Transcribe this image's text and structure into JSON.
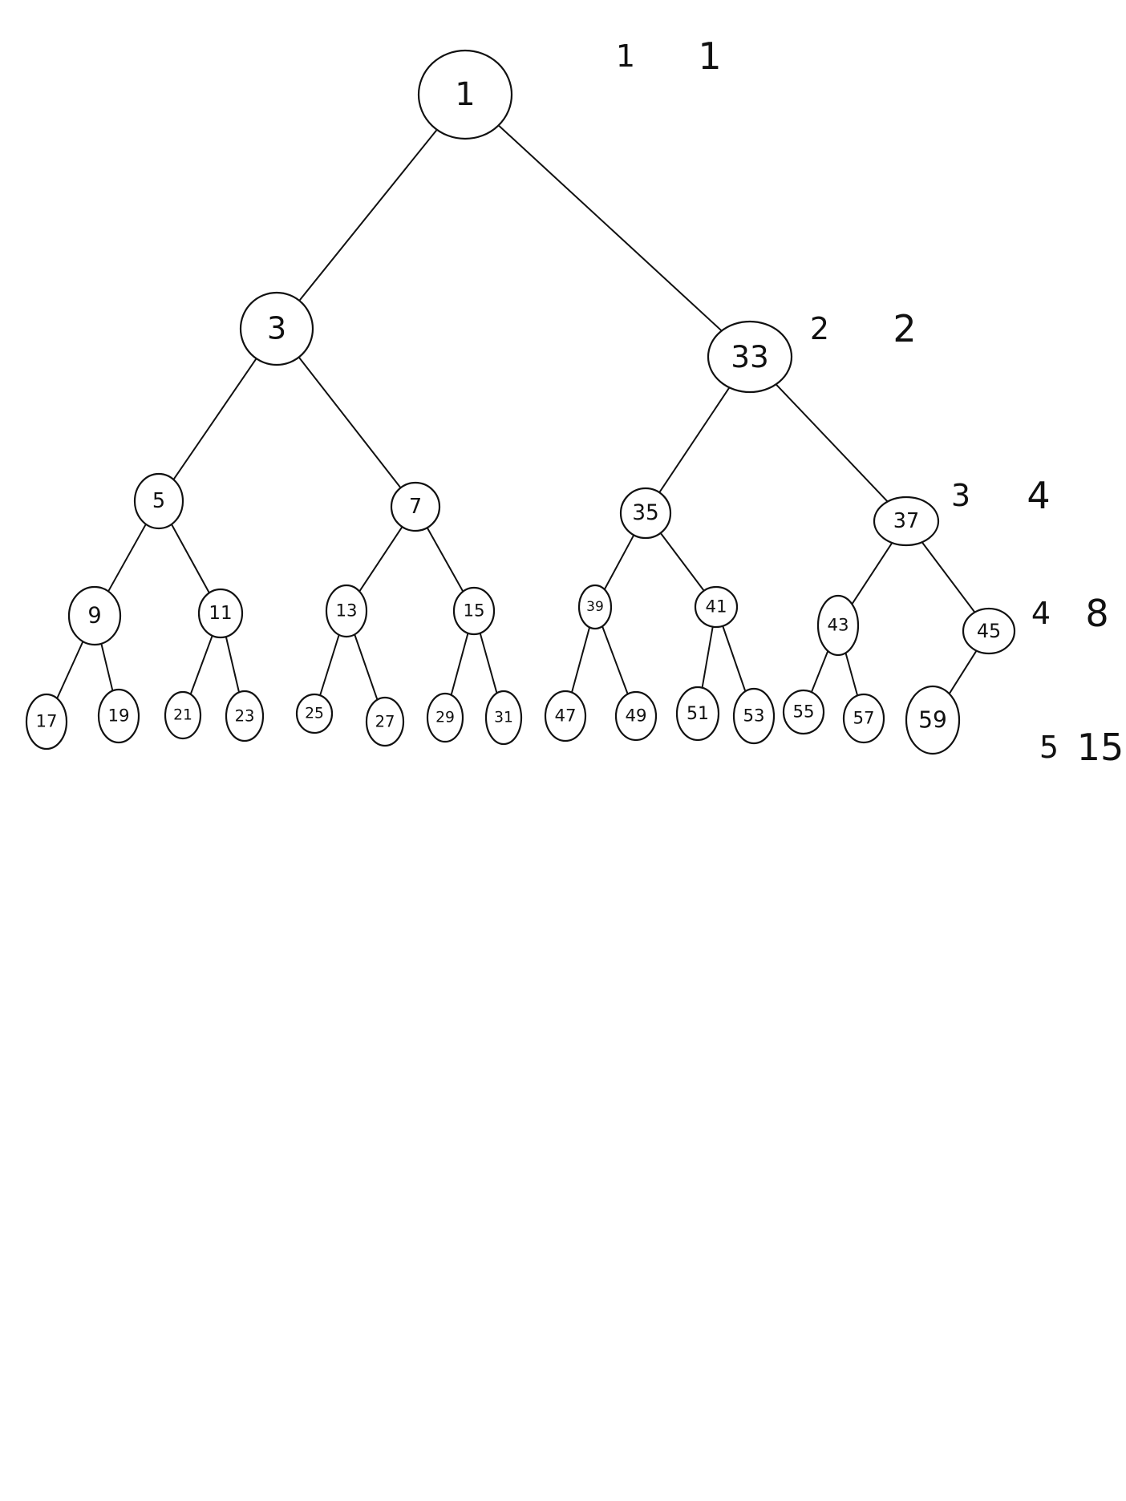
{
  "diagram": {
    "nodes": [
      {
        "id": "n1",
        "label": "1",
        "parent": null
      },
      {
        "id": "n3",
        "label": "3",
        "parent": "n1"
      },
      {
        "id": "n33",
        "label": "33",
        "parent": "n1"
      },
      {
        "id": "n5",
        "label": "5",
        "parent": "n3"
      },
      {
        "id": "n7",
        "label": "7",
        "parent": "n3"
      },
      {
        "id": "n35",
        "label": "35",
        "parent": "n33"
      },
      {
        "id": "n37",
        "label": "37",
        "parent": "n33"
      },
      {
        "id": "n9",
        "label": "9",
        "parent": "n5"
      },
      {
        "id": "n11",
        "label": "11",
        "parent": "n5"
      },
      {
        "id": "n13",
        "label": "13",
        "parent": "n7"
      },
      {
        "id": "n15",
        "label": "15",
        "parent": "n7"
      },
      {
        "id": "n39",
        "label": "39",
        "parent": "n35"
      },
      {
        "id": "n41",
        "label": "41",
        "parent": "n35"
      },
      {
        "id": "n43",
        "label": "43",
        "parent": "n37"
      },
      {
        "id": "n45",
        "label": "45",
        "parent": "n37"
      },
      {
        "id": "n17",
        "label": "17",
        "parent": "n9"
      },
      {
        "id": "n19",
        "label": "19",
        "parent": "n9"
      },
      {
        "id": "n21",
        "label": "21",
        "parent": "n11"
      },
      {
        "id": "n23",
        "label": "23",
        "parent": "n11"
      },
      {
        "id": "n25",
        "label": "25",
        "parent": "n13"
      },
      {
        "id": "n27",
        "label": "27",
        "parent": "n13"
      },
      {
        "id": "n29",
        "label": "29",
        "parent": "n15"
      },
      {
        "id": "n31",
        "label": "31",
        "parent": "n15"
      },
      {
        "id": "n47",
        "label": "47",
        "parent": "n39"
      },
      {
        "id": "n49",
        "label": "49",
        "parent": "n39"
      },
      {
        "id": "n51",
        "label": "51",
        "parent": "n41"
      },
      {
        "id": "n53",
        "label": "53",
        "parent": "n41"
      },
      {
        "id": "n55",
        "label": "55",
        "parent": "n43"
      },
      {
        "id": "n57",
        "label": "57",
        "parent": "n43"
      },
      {
        "id": "n59",
        "label": "59",
        "parent": "n45"
      }
    ],
    "level_annotations": [
      {
        "level": "1",
        "count": "1"
      },
      {
        "level": "2",
        "count": "2"
      },
      {
        "level": "3",
        "count": "4"
      },
      {
        "level": "4",
        "count": "8"
      },
      {
        "level": "5",
        "count": "15"
      }
    ]
  }
}
